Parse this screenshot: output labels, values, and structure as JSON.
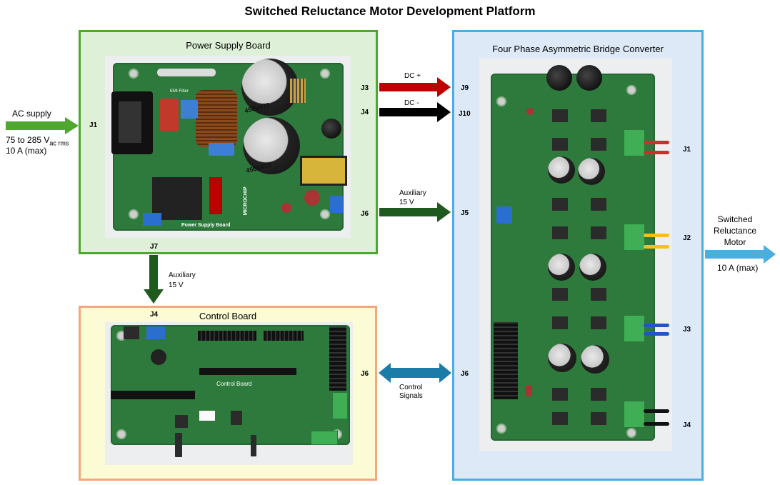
{
  "title": "Switched Reluctance Motor Development Platform",
  "power_supply_board": {
    "title": "Power Supply Board",
    "photo_label": "Power Supply Board",
    "emi_label": "EMI Filter",
    "cap_label": "450V470",
    "logo_text": "MICROCHIP",
    "connectors": {
      "j1": "J1",
      "j3": "J3",
      "j4": "J4",
      "j6": "J6",
      "j7": "J7"
    }
  },
  "control_board": {
    "title": "Control Board",
    "photo_label": "Control Board",
    "connectors": {
      "j4": "J4",
      "j6": "J6"
    }
  },
  "converter": {
    "title": "Four Phase Asymmetric Bridge Converter",
    "connectors": {
      "j9": "J9",
      "j10": "J10",
      "j5": "J5",
      "j6": "J6",
      "j1": "J1",
      "j2": "J2",
      "j3": "J3",
      "j4": "J4"
    }
  },
  "ac_input": {
    "label": "AC supply",
    "voltage_prefix": "75 to 285 V",
    "voltage_subscript": "ac rms",
    "current": "10 A (max)"
  },
  "dc_links": {
    "dc_plus": "DC +",
    "dc_minus": "DC -"
  },
  "aux_to_converter": {
    "line1": "Auxiliary",
    "line2": "15 V"
  },
  "aux_to_control": {
    "line1": "Auxiliary",
    "line2": "15 V"
  },
  "control_signals": {
    "line1": "Control",
    "line2": "Signals"
  },
  "motor_output": {
    "line1": "Switched",
    "line2": "Reluctance",
    "line3": "Motor",
    "current": "10 A (max)"
  },
  "colors": {
    "power_supply_border": "#4ea72e",
    "power_supply_fill": "#dff0d8",
    "control_border": "#f4a77c",
    "control_fill": "#fbfbd6",
    "converter_border": "#4aaee0",
    "converter_fill": "#dde9f7",
    "ac_arrow": "#4ea72e",
    "dc_plus_arrow": "#c00000",
    "dc_minus_arrow": "#000000",
    "aux_arrow": "#1e5a1e",
    "signal_arrow": "#1c7ca8",
    "motor_arrow": "#4aaee0"
  }
}
